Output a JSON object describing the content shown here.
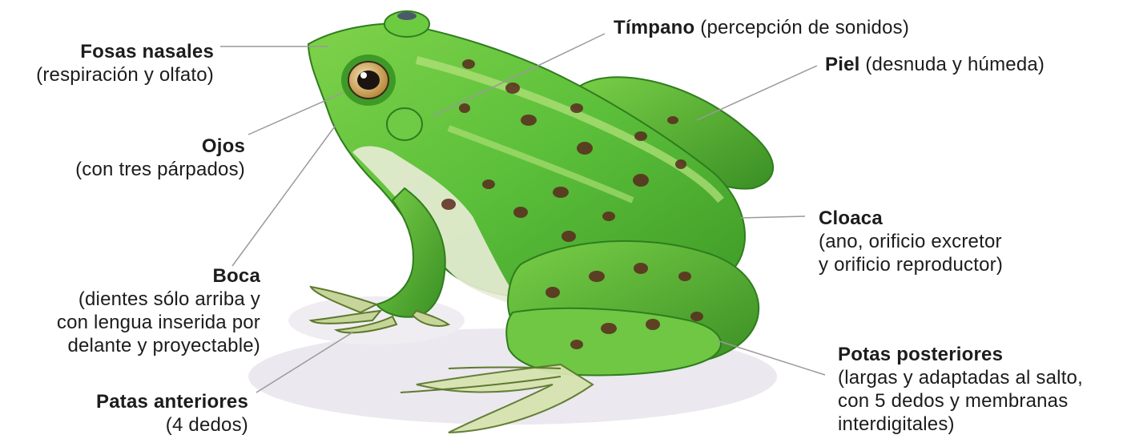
{
  "labels": {
    "fosas": {
      "title": "Fosas nasales",
      "desc": "(respiración y olfato)"
    },
    "ojos": {
      "title": "Ojos",
      "desc": "(con tres párpados)"
    },
    "boca": {
      "title": "Boca",
      "desc_1": "(dientes sólo arriba y",
      "desc_2": "con lengua inserida por",
      "desc_3": "delante y proyectable)"
    },
    "patas_ant": {
      "title": "Patas anteriores",
      "desc": "(4 dedos)"
    },
    "timpano": {
      "title": "Tímpano",
      "desc": " (percepción de sonidos)"
    },
    "piel": {
      "title": "Piel",
      "desc": " (desnuda y húmeda)"
    },
    "cloaca": {
      "title": "Cloaca",
      "desc_1": "(ano, orificio excretor",
      "desc_2": "y orificio reproductor)"
    },
    "potas_post": {
      "title": "Potas posteriores",
      "desc_1": "(largas y adaptadas al salto,",
      "desc_2": "con 5 dedos y membranas",
      "desc_3": "interdigitales)"
    }
  },
  "colors": {
    "frog_green": "#5bbf3a",
    "frog_dark": "#2f7d1e",
    "frog_belly": "#e9ecd6",
    "spot": "#5a2a1e",
    "leader_line": "#9a9a9a",
    "shadow": "#e6e1ea"
  }
}
